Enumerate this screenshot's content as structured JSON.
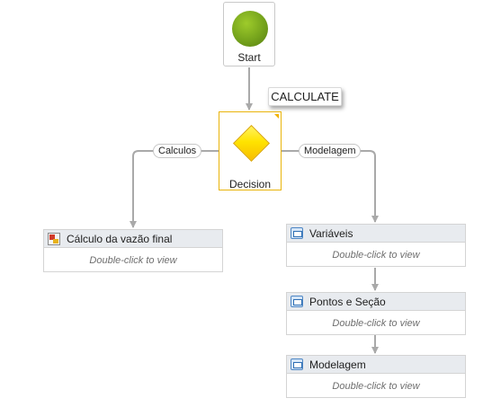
{
  "start": {
    "label": "Start"
  },
  "tooltip": {
    "text": "CALCULATE"
  },
  "decision": {
    "label": "Decision"
  },
  "branches": {
    "left": "Calculos",
    "right": "Modelagem"
  },
  "activities": [
    {
      "title": "Cálculo da vazão final",
      "hint": "Double-click to view",
      "icon": "calculation-icon"
    },
    {
      "title": "Variáveis",
      "hint": "Double-click to view",
      "icon": "activity-icon"
    },
    {
      "title": "Pontos e Seção",
      "hint": "Double-click to view",
      "icon": "activity-icon"
    },
    {
      "title": "Modelagem",
      "hint": "Double-click to view",
      "icon": "activity-icon"
    }
  ],
  "colors": {
    "start_green": "#75a31c",
    "decision_yellow": "#ffe300",
    "decision_border": "#e9b40a",
    "connector": "#a9a9a9",
    "header_bg": "#e8ebef"
  }
}
